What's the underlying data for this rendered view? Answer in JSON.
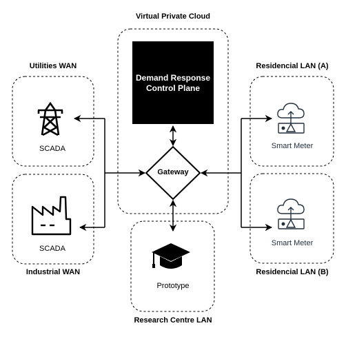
{
  "clusters": {
    "vpc": {
      "title": "Virtual Private Cloud"
    },
    "utilities_wan": {
      "title": "Utilities WAN",
      "node_label": "SCADA",
      "icon": "transmission-tower-icon"
    },
    "industrial_wan": {
      "title": "Industrial WAN",
      "node_label": "SCADA",
      "icon": "factory-icon"
    },
    "residential_a": {
      "title": "Residencial LAN (A)",
      "node_label": "Smart Meter",
      "icon": "cloud-meter-icon"
    },
    "residential_b": {
      "title": "Residencial LAN (B)",
      "node_label": "Smart Meter",
      "icon": "cloud-meter-icon"
    },
    "research": {
      "title": "Research Centre LAN",
      "node_label": "Prototype",
      "icon": "graduation-cap-icon"
    }
  },
  "control_plane": {
    "line1": "Demand Response",
    "line2": "Control Plane"
  },
  "gateway": {
    "label": "Gateway"
  },
  "colors": {
    "meter_icon": "#232f3e",
    "meter_label": "#232f3e",
    "border": "#000000"
  }
}
